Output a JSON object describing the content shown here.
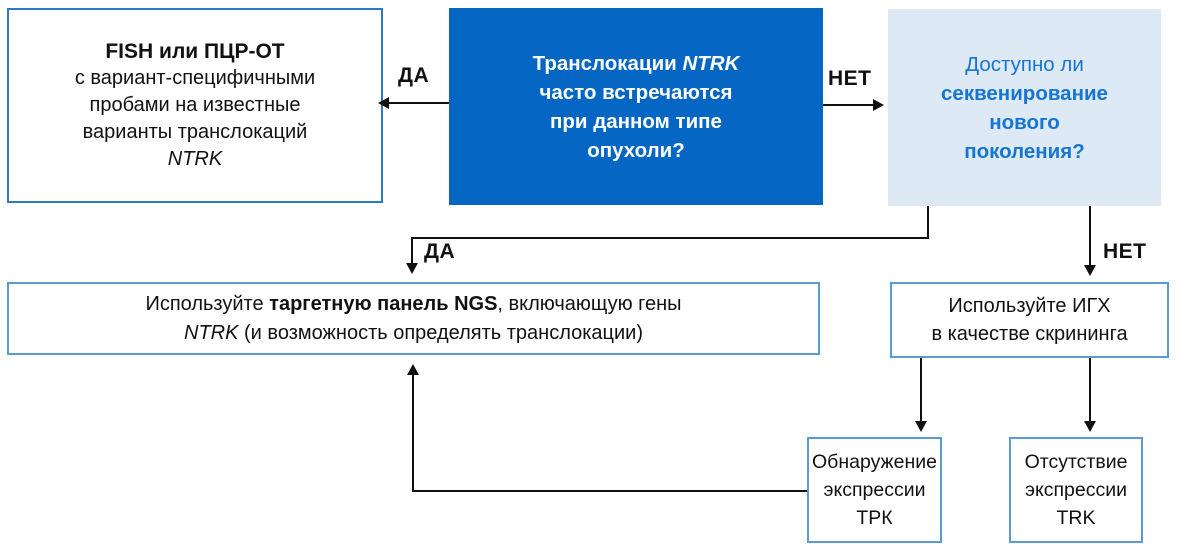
{
  "diagram_title": "NTRK testing algorithm flowchart",
  "colors": {
    "primary_blue_fill": "#0666C4",
    "light_blue_fill": "#DEE9F6",
    "blue_text": "#1674D2",
    "box_border_light": "#5B9BD5",
    "box_border_strong": "#2E79C6",
    "connector_black": "#111111"
  },
  "boxes": {
    "fish": {
      "title": "FISH или ПЦР-ОТ",
      "line2": "с вариант-специфичными",
      "line3": "пробами на известные",
      "line4": "варианты транслокаций",
      "gene": "NTRK"
    },
    "main_question": {
      "line1_pre": "Транслокации ",
      "line1_gene": "NTRK",
      "line2": "часто встречаются",
      "line3": "при данном типе",
      "line4": "опухоли?"
    },
    "ngs_question": {
      "line1": "Доступно ли",
      "line2": "секвенирование",
      "line3": "нового",
      "line4": "поколения?"
    },
    "use_ngs": {
      "pre": "Используйте ",
      "bold": "таргетную панель NGS",
      "post": ", включающую гены",
      "gene": "NTRK",
      "tail": " (и возможность определять транслокации)"
    },
    "use_ihc": {
      "line1": "Используйте ИГХ",
      "line2": "в качестве скрининга"
    },
    "trk_detected": {
      "line1": "Обнаружение",
      "line2": "экспрессии",
      "line3": "ТРК"
    },
    "trk_absent": {
      "line1": "Отсутствие",
      "line2": "экспрессии",
      "line3": "TRK"
    }
  },
  "labels": {
    "yes_top": "ДА",
    "no_top": "НЕТ",
    "yes_mid": "ДА",
    "no_mid": "НЕТ"
  }
}
